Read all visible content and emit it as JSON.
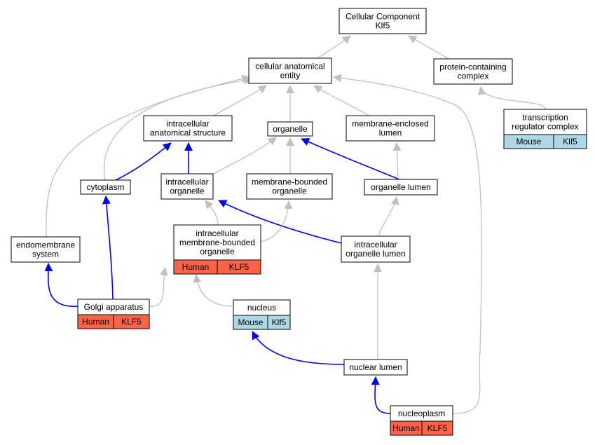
{
  "colors": {
    "background": "#ffffff",
    "node_fill": "#ffffff",
    "node_border": "#000000",
    "edge_gray": "#c0c0c0",
    "edge_blue": "#0000ff",
    "human_fill": "#ff6347",
    "mouse_fill": "#add8e6"
  },
  "nodes": [
    {
      "id": "cellular-component",
      "lines": [
        "Cellular Component",
        "Klf5"
      ]
    },
    {
      "id": "cellular-anatomical-entity",
      "lines": [
        "cellular anatomical",
        "entity"
      ]
    },
    {
      "id": "protein-containing-complex",
      "lines": [
        "protein-containing",
        "complex"
      ]
    },
    {
      "id": "intracellular-anatomical-structure",
      "lines": [
        "intracellular",
        "anatomical structure"
      ]
    },
    {
      "id": "organelle",
      "lines": [
        "organelle"
      ]
    },
    {
      "id": "membrane-enclosed-lumen",
      "lines": [
        "membrane-enclosed",
        "lumen"
      ]
    },
    {
      "id": "transcription-regulator-complex",
      "lines": [
        "transcription",
        "regulator complex"
      ],
      "annotation": {
        "species": "Mouse",
        "gene": "Klf5",
        "kind": "mouse"
      }
    },
    {
      "id": "cytoplasm",
      "lines": [
        "cytoplasm"
      ]
    },
    {
      "id": "intracellular-organelle",
      "lines": [
        "intracellular",
        "organelle"
      ]
    },
    {
      "id": "membrane-bounded-organelle",
      "lines": [
        "membrane-bounded",
        "organelle"
      ]
    },
    {
      "id": "organelle-lumen",
      "lines": [
        "organelle lumen"
      ]
    },
    {
      "id": "endomembrane-system",
      "lines": [
        "endomembrane",
        "system"
      ]
    },
    {
      "id": "intracellular-membrane-bounded-organelle",
      "lines": [
        "intracellular",
        "membrane-bounded",
        "organelle"
      ],
      "annotation": {
        "species": "Human",
        "gene": "KLF5",
        "kind": "human"
      }
    },
    {
      "id": "intracellular-organelle-lumen",
      "lines": [
        "intracellular",
        "organelle lumen"
      ]
    },
    {
      "id": "golgi-apparatus",
      "lines": [
        "Golgi apparatus"
      ],
      "annotation": {
        "species": "Human",
        "gene": "KLF5",
        "kind": "human"
      }
    },
    {
      "id": "nucleus",
      "lines": [
        "nucleus"
      ],
      "annotation": {
        "species": "Mouse",
        "gene": "Klf5",
        "kind": "mouse"
      }
    },
    {
      "id": "nuclear-lumen",
      "lines": [
        "nuclear lumen"
      ]
    },
    {
      "id": "nucleoplasm",
      "lines": [
        "nucleoplasm"
      ],
      "annotation": {
        "species": "Human",
        "gene": "KLF5",
        "kind": "human"
      }
    }
  ],
  "edges": [
    {
      "from": "cellular-anatomical-entity",
      "to": "cellular-component",
      "color": "gray"
    },
    {
      "from": "protein-containing-complex",
      "to": "cellular-component",
      "color": "gray"
    },
    {
      "from": "intracellular-anatomical-structure",
      "to": "cellular-anatomical-entity",
      "color": "gray"
    },
    {
      "from": "organelle",
      "to": "cellular-anatomical-entity",
      "color": "gray"
    },
    {
      "from": "membrane-enclosed-lumen",
      "to": "cellular-anatomical-entity",
      "color": "gray"
    },
    {
      "from": "cytoplasm",
      "to": "cellular-anatomical-entity",
      "color": "gray"
    },
    {
      "from": "endomembrane-system",
      "to": "cellular-anatomical-entity",
      "color": "gray"
    },
    {
      "from": "nucleoplasm",
      "to": "cellular-anatomical-entity",
      "color": "gray"
    },
    {
      "from": "transcription-regulator-complex",
      "to": "protein-containing-complex",
      "color": "gray"
    },
    {
      "from": "cytoplasm",
      "to": "intracellular-anatomical-structure",
      "color": "blue"
    },
    {
      "from": "intracellular-organelle",
      "to": "intracellular-anatomical-structure",
      "color": "blue"
    },
    {
      "from": "intracellular-organelle",
      "to": "organelle",
      "color": "gray"
    },
    {
      "from": "membrane-bounded-organelle",
      "to": "organelle",
      "color": "gray"
    },
    {
      "from": "organelle-lumen",
      "to": "organelle",
      "color": "blue"
    },
    {
      "from": "organelle-lumen",
      "to": "membrane-enclosed-lumen",
      "color": "gray"
    },
    {
      "from": "golgi-apparatus",
      "to": "cytoplasm",
      "color": "blue"
    },
    {
      "from": "intracellular-membrane-bounded-organelle",
      "to": "intracellular-organelle",
      "color": "gray"
    },
    {
      "from": "intracellular-organelle-lumen",
      "to": "intracellular-organelle",
      "color": "blue"
    },
    {
      "from": "intracellular-membrane-bounded-organelle",
      "to": "membrane-bounded-organelle",
      "color": "gray"
    },
    {
      "from": "intracellular-organelle-lumen",
      "to": "organelle-lumen",
      "color": "gray"
    },
    {
      "from": "golgi-apparatus",
      "to": "endomembrane-system",
      "color": "blue"
    },
    {
      "from": "golgi-apparatus",
      "to": "intracellular-membrane-bounded-organelle",
      "color": "gray"
    },
    {
      "from": "nucleus",
      "to": "intracellular-membrane-bounded-organelle",
      "color": "gray"
    },
    {
      "from": "nuclear-lumen",
      "to": "intracellular-organelle-lumen",
      "color": "gray"
    },
    {
      "from": "nuclear-lumen",
      "to": "nucleus",
      "color": "blue"
    },
    {
      "from": "nucleoplasm",
      "to": "nuclear-lumen",
      "color": "blue"
    }
  ]
}
